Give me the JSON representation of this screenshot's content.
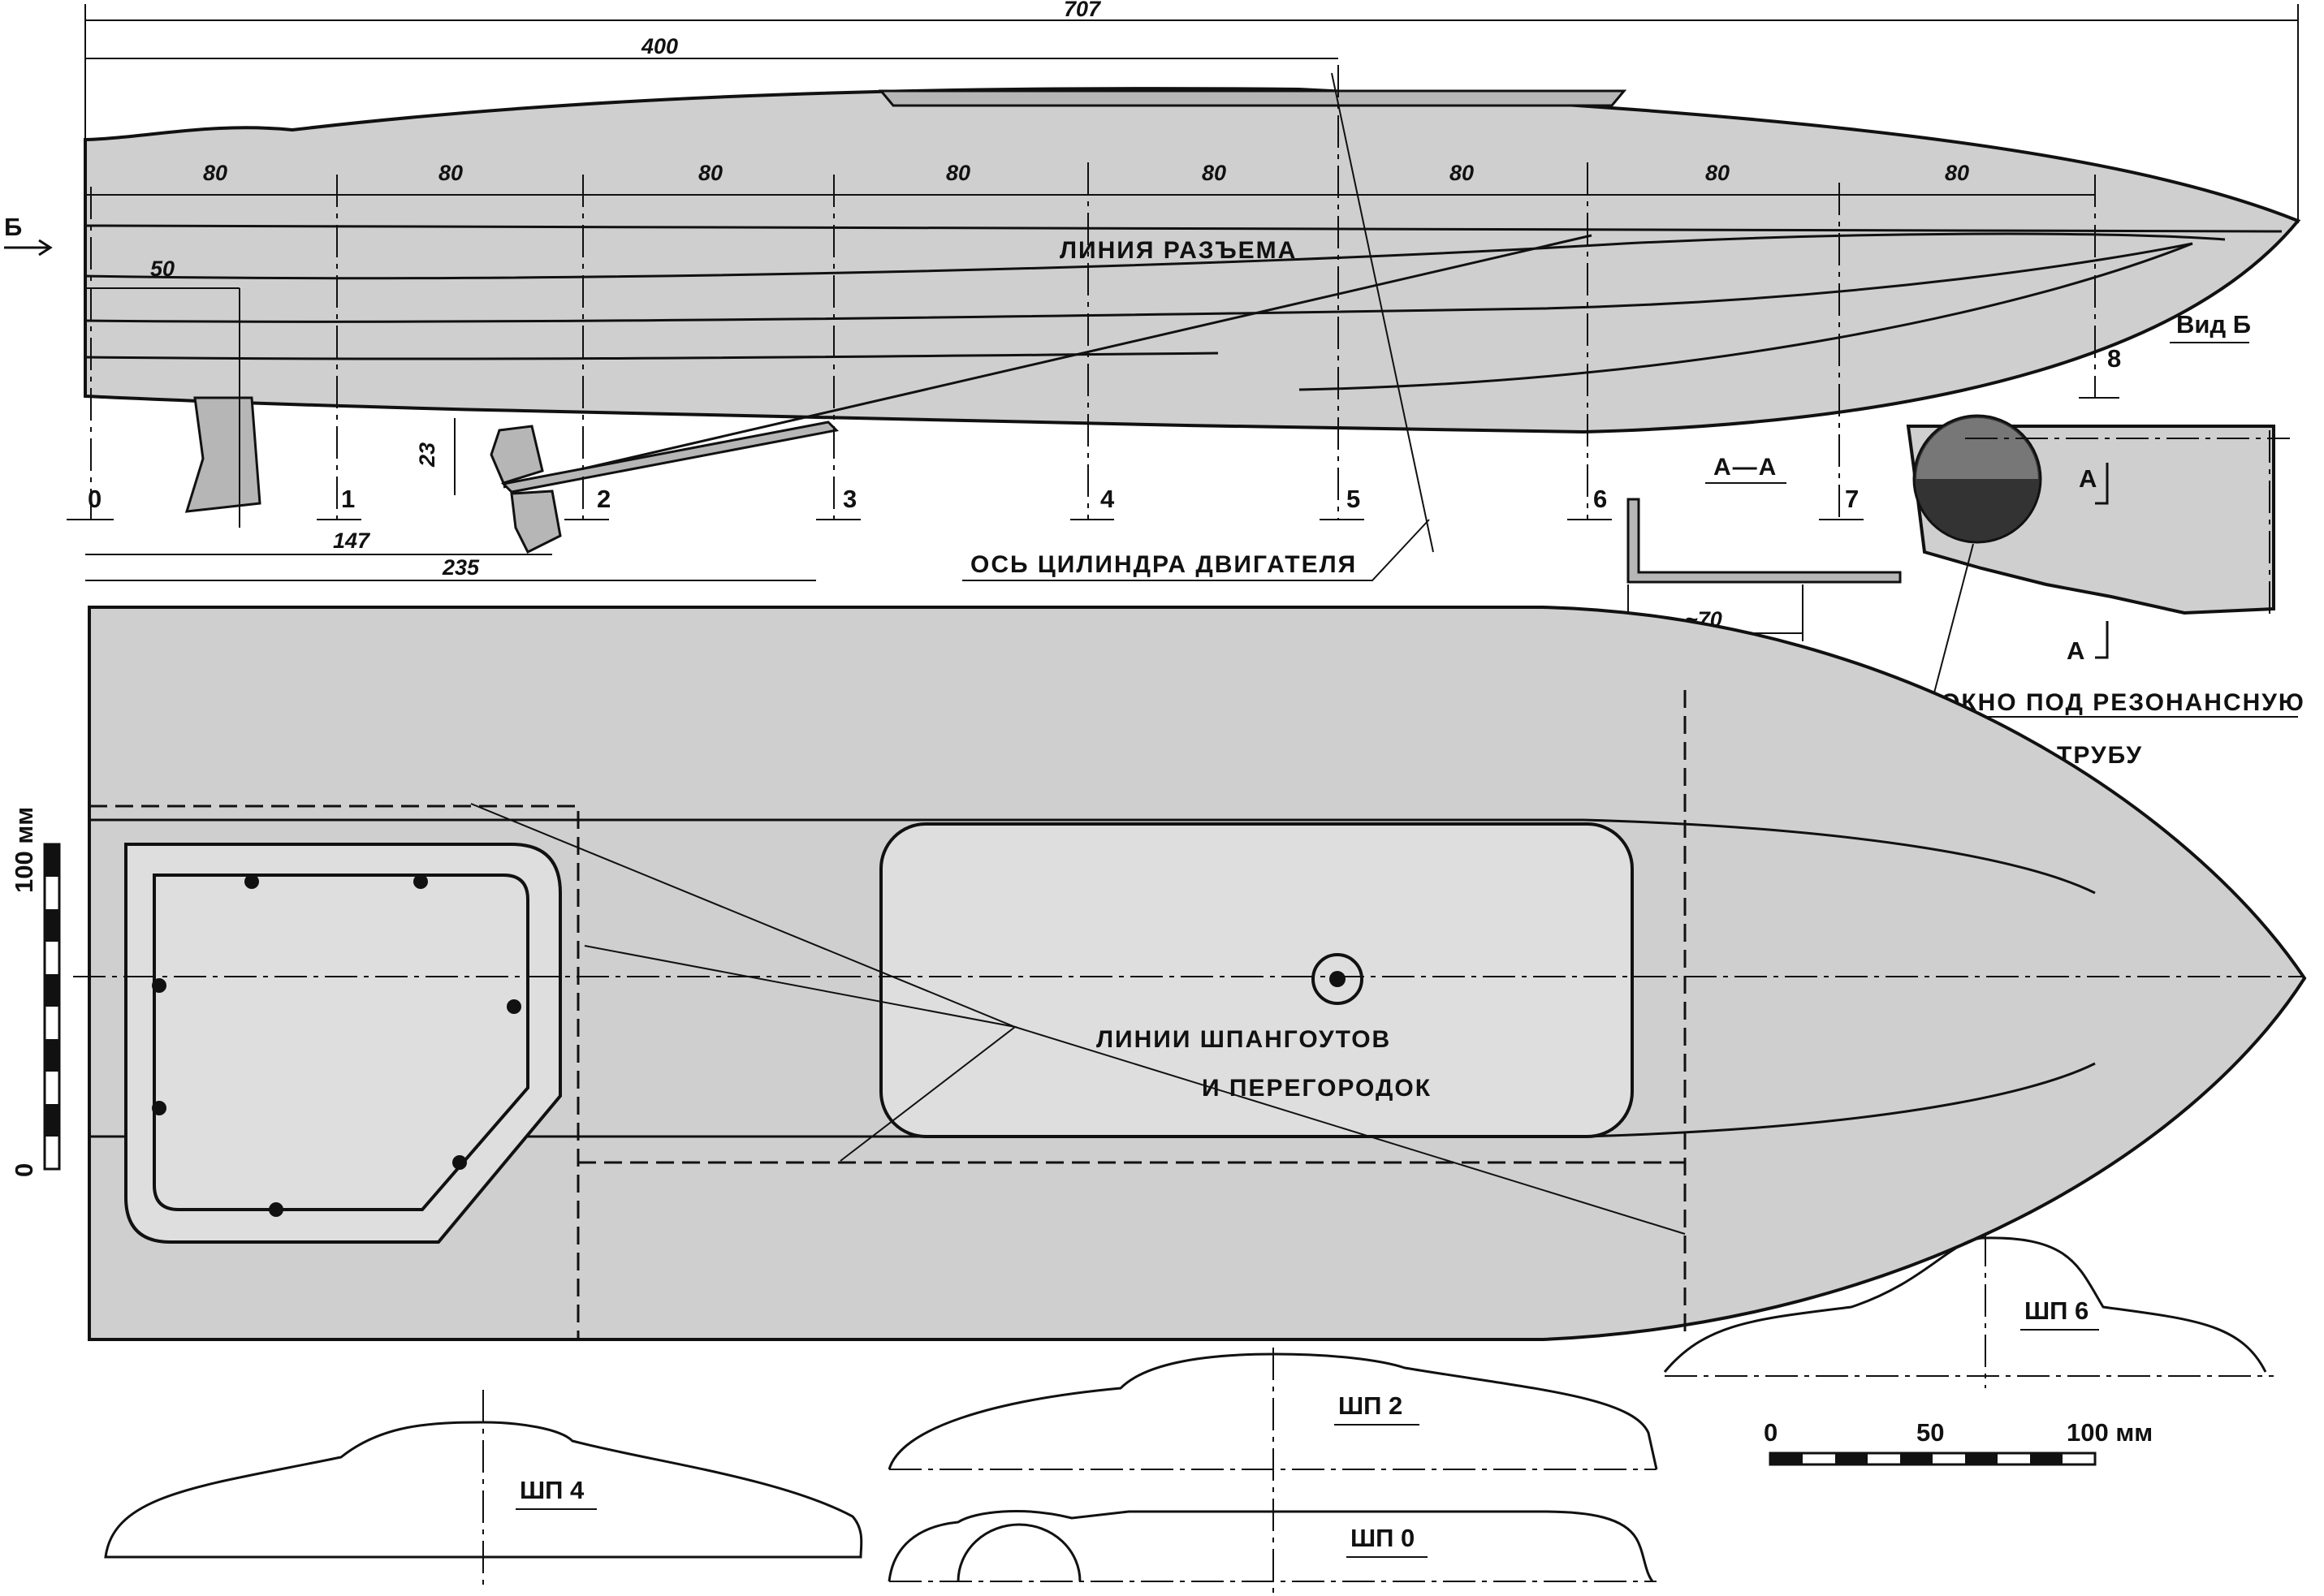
{
  "dimensions": {
    "overall": "707",
    "to_engine_axis": "400",
    "station_spacing": [
      "80",
      "80",
      "80",
      "80",
      "80",
      "80",
      "80",
      "80"
    ],
    "rudder": "50",
    "propeller_depth": "23",
    "prop_position": "147",
    "shaft_exit": "235",
    "flange_width": "~70",
    "bow_offset": "8"
  },
  "stations": [
    "0",
    "1",
    "2",
    "3",
    "4",
    "5",
    "6",
    "7"
  ],
  "labels": {
    "view_arrow": "Б",
    "parting_line": "ЛИНИЯ РАЗЪЕМА",
    "engine_axis": "ОСЬ ЦИЛИНДРА ДВИГАТЕЛЯ",
    "section_aa": "А—А",
    "view_b": "Вид Б",
    "cut_mark_a1": "А",
    "cut_mark_a2": "А",
    "window_line1": "ОКНО ПОД РЕЗОНАНСНУЮ",
    "window_line2": "ТРУБУ",
    "frames_line1": "ЛИНИИ ШПАНГОУТОВ",
    "frames_line2": "И ПЕРЕГОРОДОК"
  },
  "scale_vertical": {
    "top": "100 мм",
    "bottom": "0"
  },
  "scale_horizontal": {
    "zero": "0",
    "mid": "50",
    "end": "100 мм"
  },
  "sections": {
    "sp6": "ШП 6",
    "sp4": "ШП 4",
    "sp2": "ШП 2",
    "sp0": "ШП 0"
  },
  "colors": {
    "ink": "#111111",
    "hull_fill": "#cfcfcf",
    "paper": "#ffffff"
  }
}
